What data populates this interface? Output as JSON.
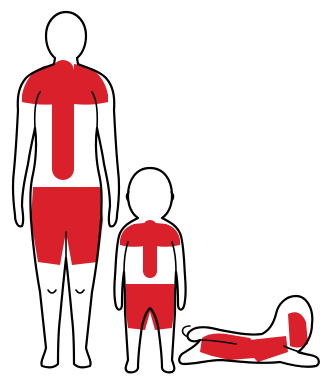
{
  "figures": [
    {
      "id": "adult",
      "kind": "standing-adult-back-view"
    },
    {
      "id": "toddler",
      "kind": "standing-toddler-back-view"
    },
    {
      "id": "infant",
      "kind": "crawling-infant-side-view"
    }
  ],
  "highlighted_regions": [
    "shoulders",
    "spine",
    "hips-buttocks-thighs"
  ],
  "colors": {
    "highlight": "#d9202b",
    "outline": "#000000",
    "background": "#ffffff"
  }
}
